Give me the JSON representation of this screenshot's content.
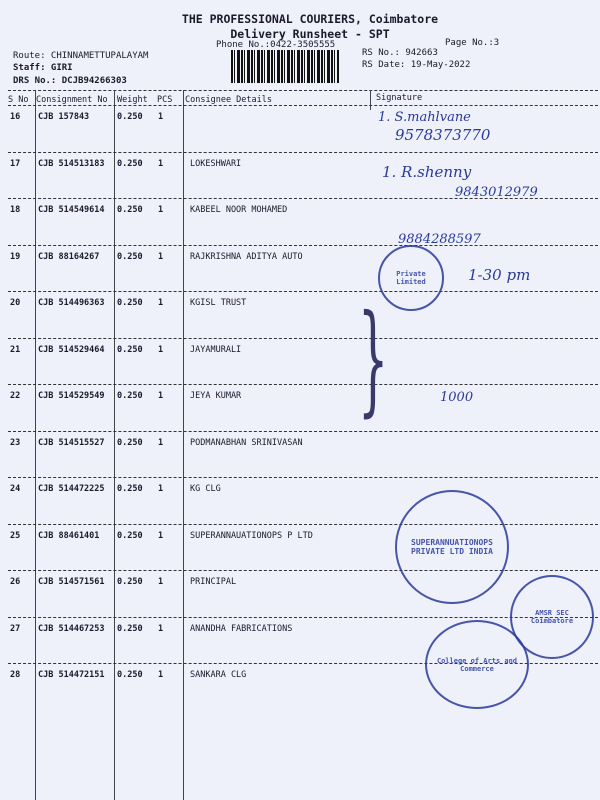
{
  "header": {
    "company": "THE PROFESSIONAL COURIERS, Coimbatore",
    "subtitle": "Delivery Runsheet - SPT",
    "phone": "Phone No.:0422-3505555",
    "page": "Page No.:3",
    "route": "Route: CHINNAMETTUPALAYAM",
    "staff": "Staff: GIRI",
    "drs": "DRS No.: DCJB94266303",
    "rs_no": "RS No.: 942663",
    "rs_date": "RS Date: 19-May-2022"
  },
  "columns": [
    "S No",
    "Consignment No",
    "Weight",
    "PCS",
    "Consignee Details",
    "Signature"
  ],
  "rows": [
    {
      "sno": "16",
      "cn": "CJB 157843",
      "wt": "0.250",
      "pcs": "1",
      "name": ""
    },
    {
      "sno": "17",
      "cn": "CJB 514513183",
      "wt": "0.250",
      "pcs": "1",
      "name": "LOKESHWARI"
    },
    {
      "sno": "18",
      "cn": "CJB 514549614",
      "wt": "0.250",
      "pcs": "1",
      "name": "KABEEL NOOR MOHAMED"
    },
    {
      "sno": "19",
      "cn": "CJB 88164267",
      "wt": "0.250",
      "pcs": "1",
      "name": "RAJKRISHNA ADITYA AUTO"
    },
    {
      "sno": "20",
      "cn": "CJB 514496363",
      "wt": "0.250",
      "pcs": "1",
      "name": "KGISL TRUST"
    },
    {
      "sno": "21",
      "cn": "CJB 514529464",
      "wt": "0.250",
      "pcs": "1",
      "name": "JAYAMURALI"
    },
    {
      "sno": "22",
      "cn": "CJB 514529549",
      "wt": "0.250",
      "pcs": "1",
      "name": "JEYA KUMAR"
    },
    {
      "sno": "23",
      "cn": "CJB 514515527",
      "wt": "0.250",
      "pcs": "1",
      "name": "PODMANABHAN SRINIVASAN"
    },
    {
      "sno": "24",
      "cn": "CJB 514472225",
      "wt": "0.250",
      "pcs": "1",
      "name": "KG CLG"
    },
    {
      "sno": "25",
      "cn": "CJB 88461401",
      "wt": "0.250",
      "pcs": "1",
      "name": "SUPERANNAUATIONOPS P LTD"
    },
    {
      "sno": "26",
      "cn": "CJB 514571561",
      "wt": "0.250",
      "pcs": "1",
      "name": "PRINCIPAL"
    },
    {
      "sno": "27",
      "cn": "CJB 514467253",
      "wt": "0.250",
      "pcs": "1",
      "name": "ANANDHA FABRICATIONS"
    },
    {
      "sno": "28",
      "cn": "CJB 514472151",
      "wt": "0.250",
      "pcs": "1",
      "name": "SANKARA CLG"
    }
  ],
  "handwriting": {
    "sig16": "1. S.mahlvane",
    "phone16": "9578373770",
    "sig17": "1. R.shenny",
    "phone17": "9843012979",
    "phone19": "9884288597",
    "time19": "1-30 pm",
    "note22": "1000"
  },
  "stamps": {
    "s19": "Private Limited",
    "s25": "SUPERANNUATIONOPS PRIVATE LTD INDIA",
    "s26": "AMSR SEC Coimbatore",
    "s27": "College of Arts and Commerce"
  }
}
